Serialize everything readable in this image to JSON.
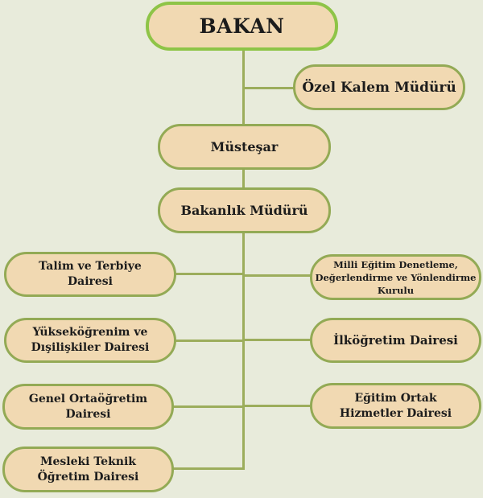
{
  "chart_data": {
    "type": "org-chart",
    "title": "",
    "nodes": [
      {
        "id": "bakan",
        "label": "BAKAN",
        "parent": null
      },
      {
        "id": "ozel_kalem",
        "label": "Özel Kalem Müdürü",
        "parent": "bakan"
      },
      {
        "id": "mustesar",
        "label": "Müsteşar",
        "parent": "bakan"
      },
      {
        "id": "bakanlik_muduru",
        "label": "Bakanlık Müdürü",
        "parent": "mustesar"
      },
      {
        "id": "talim",
        "label": "Talim ve Terbiye Dairesi",
        "parent": "bakanlik_muduru"
      },
      {
        "id": "milli_egitim",
        "label": "Milli Eğitim Denetleme, Değerlendirme ve Yönlendirme Kurulu",
        "parent": "bakanlik_muduru"
      },
      {
        "id": "yuksek",
        "label": "Yükseköğrenim ve Dışilişkiler Dairesi",
        "parent": "bakanlik_muduru"
      },
      {
        "id": "ilkogretim",
        "label": "İlköğretim Dairesi",
        "parent": "bakanlik_muduru"
      },
      {
        "id": "genel_orta",
        "label": "Genel Ortaöğretim Dairesi",
        "parent": "bakanlik_muduru"
      },
      {
        "id": "egitim_ortak",
        "label": "Eğitim Ortak Hizmetler Dairesi",
        "parent": "bakanlik_muduru"
      },
      {
        "id": "mesleki",
        "label": "Mesleki Teknik Öğretim Dairesi",
        "parent": "bakanlik_muduru"
      }
    ]
  },
  "nodes": {
    "bakan": "BAKAN",
    "ozel_kalem": "Özel Kalem Müdürü",
    "mustesar": "Müsteşar",
    "bakanlik_muduru": "Bakanlık Müdürü",
    "talim": "Talim ve Terbiye\nDairesi",
    "milli_egitim": "Milli Eğitim Denetleme,\nDeğerlendirme ve Yönlendirme\nKurulu",
    "yuksek": "Yükseköğrenim ve\nDışilişkiler Dairesi",
    "ilkogretim": "İlköğretim Dairesi",
    "genel_orta": "Genel Ortaöğretim\nDairesi",
    "egitim_ortak": "Eğitim Ortak\nHizmetler Dairesi",
    "mesleki": "Mesleki Teknik\nÖğretim Dairesi"
  },
  "colors": {
    "background": "#e8ebdb",
    "node_fill": "#f1d9b2",
    "node_border": "#93aa55",
    "root_border": "#8ec447",
    "connector": "#9cad5c"
  }
}
